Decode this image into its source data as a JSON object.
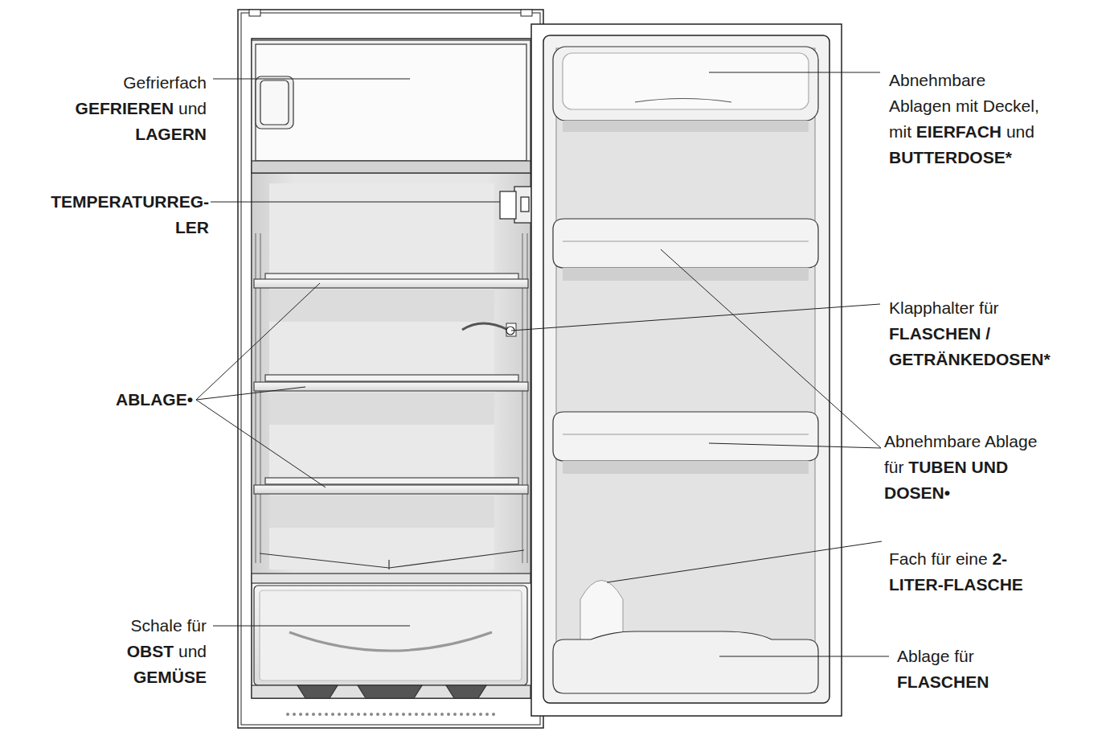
{
  "diagram": {
    "labels": [
      "Gefrierfach GEFRIEREN und LAGERN",
      "TEMPERATURREG- LER",
      "ABLAGE•",
      "Schale für OBST und GEMÜSE",
      "Abnehmbare Ablagen mit Deckel, mit EIERFACH und BUTTERDOSE*",
      "Klapphalter für FLASCHEN / GETRÄNKEDOSEN*",
      "Abnehmbare Ablage für TUBEN UND DOSEN•",
      "Fach für eine 2- LITER-FLASCHE",
      "Ablage für FLASCHEN"
    ]
  }
}
